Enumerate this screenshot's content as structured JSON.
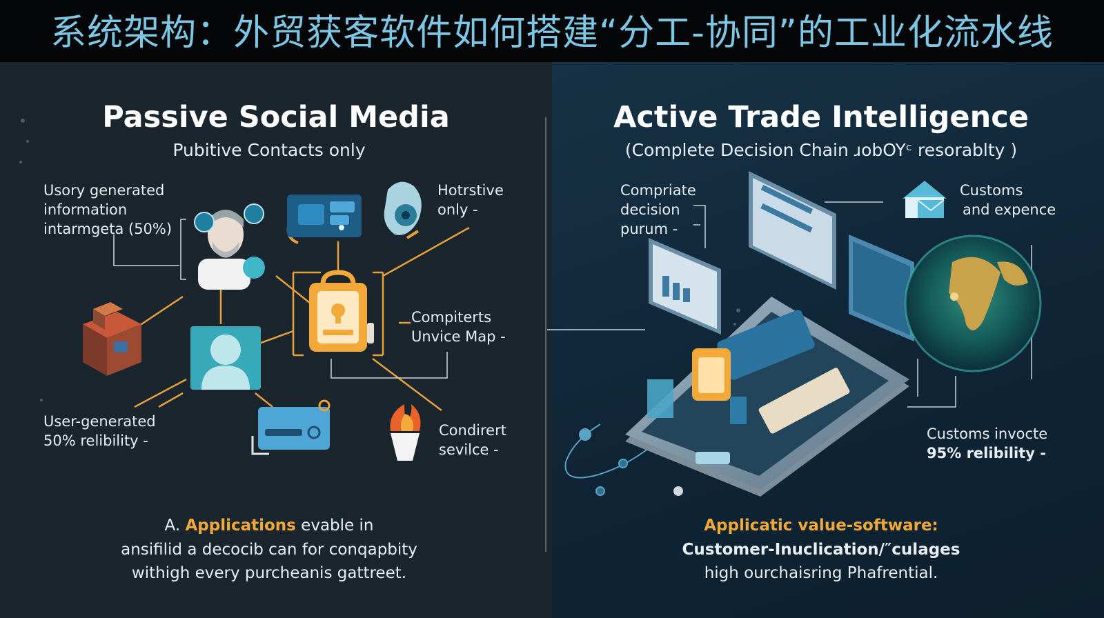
{
  "header": {
    "title": "系统架构：外贸获客软件如何搭建“分工-协同”的工业化流水线"
  },
  "left": {
    "title": "Passive Social Media",
    "subtitle": "Pubitive Contacts only",
    "labels": {
      "tl_1": "Usory generated",
      "tl_2": "information",
      "tl_3": "intarmgeta (50%)",
      "tr_1": "Hotrstive",
      "tr_2": "only -",
      "mr_1": "Compiterts",
      "mr_2": "Unvice Map -",
      "bl_1": "User-generated",
      "bl_2": "50% relibility -",
      "br_1": "Condirert",
      "br_2": "sevilce -"
    },
    "bottom": {
      "prefix": "A. ",
      "accent": "Applications",
      "line1_rest": " evable in",
      "line2": "ansifilid a decocib can for conqapbity",
      "line3": "withigh every purcheanis gattreet."
    }
  },
  "right": {
    "title": "Active Trade Intelligence",
    "subtitle": "(Complete Decision Chain ɹobOYᶜ resorablty )",
    "labels": {
      "tl_1": "Compriate",
      "tl_2": "decision",
      "tl_3": "purum -",
      "tr_1": "Customs",
      "tr_2": "and expence",
      "br_1": "Customs invocte",
      "br_2": "95% relibility -"
    },
    "bottom": {
      "accent": "Applicatic value-software:",
      "line2": "Customer-Inuclication/″culages",
      "line3": "high ourchaisring Phafrential."
    }
  },
  "colors": {
    "title": "#7cc6e6",
    "accent": "#f2a93a",
    "left_bg": "#1b252e",
    "right_bg": "#0f2536",
    "line": "#e8a23a"
  },
  "icons": {
    "left": [
      "agent-avatar-icon",
      "chat-bubble-icon",
      "laptop-dashboard-icon",
      "shield-badge-icon",
      "locked-briefcase-icon",
      "user-profile-icon",
      "packages-icon",
      "id-card-icon",
      "flame-icon"
    ],
    "right": [
      "dashboard-screen-icon",
      "house-mail-icon",
      "globe-icon",
      "tablet-device-icon",
      "document-folder-icon"
    ]
  }
}
